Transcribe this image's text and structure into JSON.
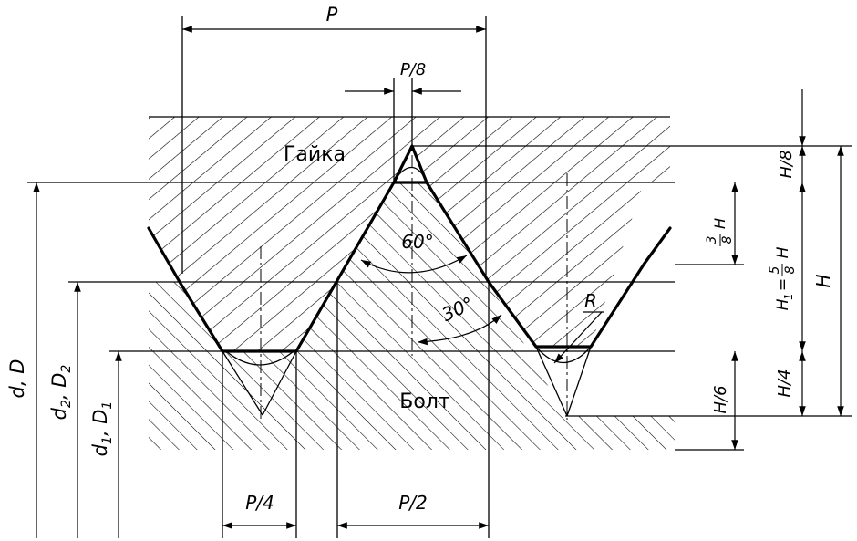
{
  "labels": {
    "nut": "Гайка",
    "bolt": "Болт",
    "pitch": "P",
    "p8": "P/8",
    "p4": "P/4",
    "p2": "P/2",
    "angle60": "60°",
    "angle30": "30°",
    "radius": "R",
    "h8": "H/8",
    "h6": "H/6",
    "h4": "H/4",
    "h": "H",
    "three_eighths_num": "3",
    "three_eighths_den": "8",
    "three_eighths_var": "H",
    "h1_prefix": "H",
    "h1_sub": "1",
    "h1_eq": "=",
    "h1_num": "5",
    "h1_den": "8",
    "h1_var": "H",
    "d_main": "d",
    "d_main_sep": ", ",
    "d_main_cap": "D",
    "d2": "d",
    "d2_sub": "2",
    "d2_sep": ", ",
    "D2": "D",
    "D2_sub": "2",
    "d1": "d",
    "d1_sub": "1",
    "d1_sep": ", ",
    "D1": "D",
    "D1_sub": "1"
  }
}
